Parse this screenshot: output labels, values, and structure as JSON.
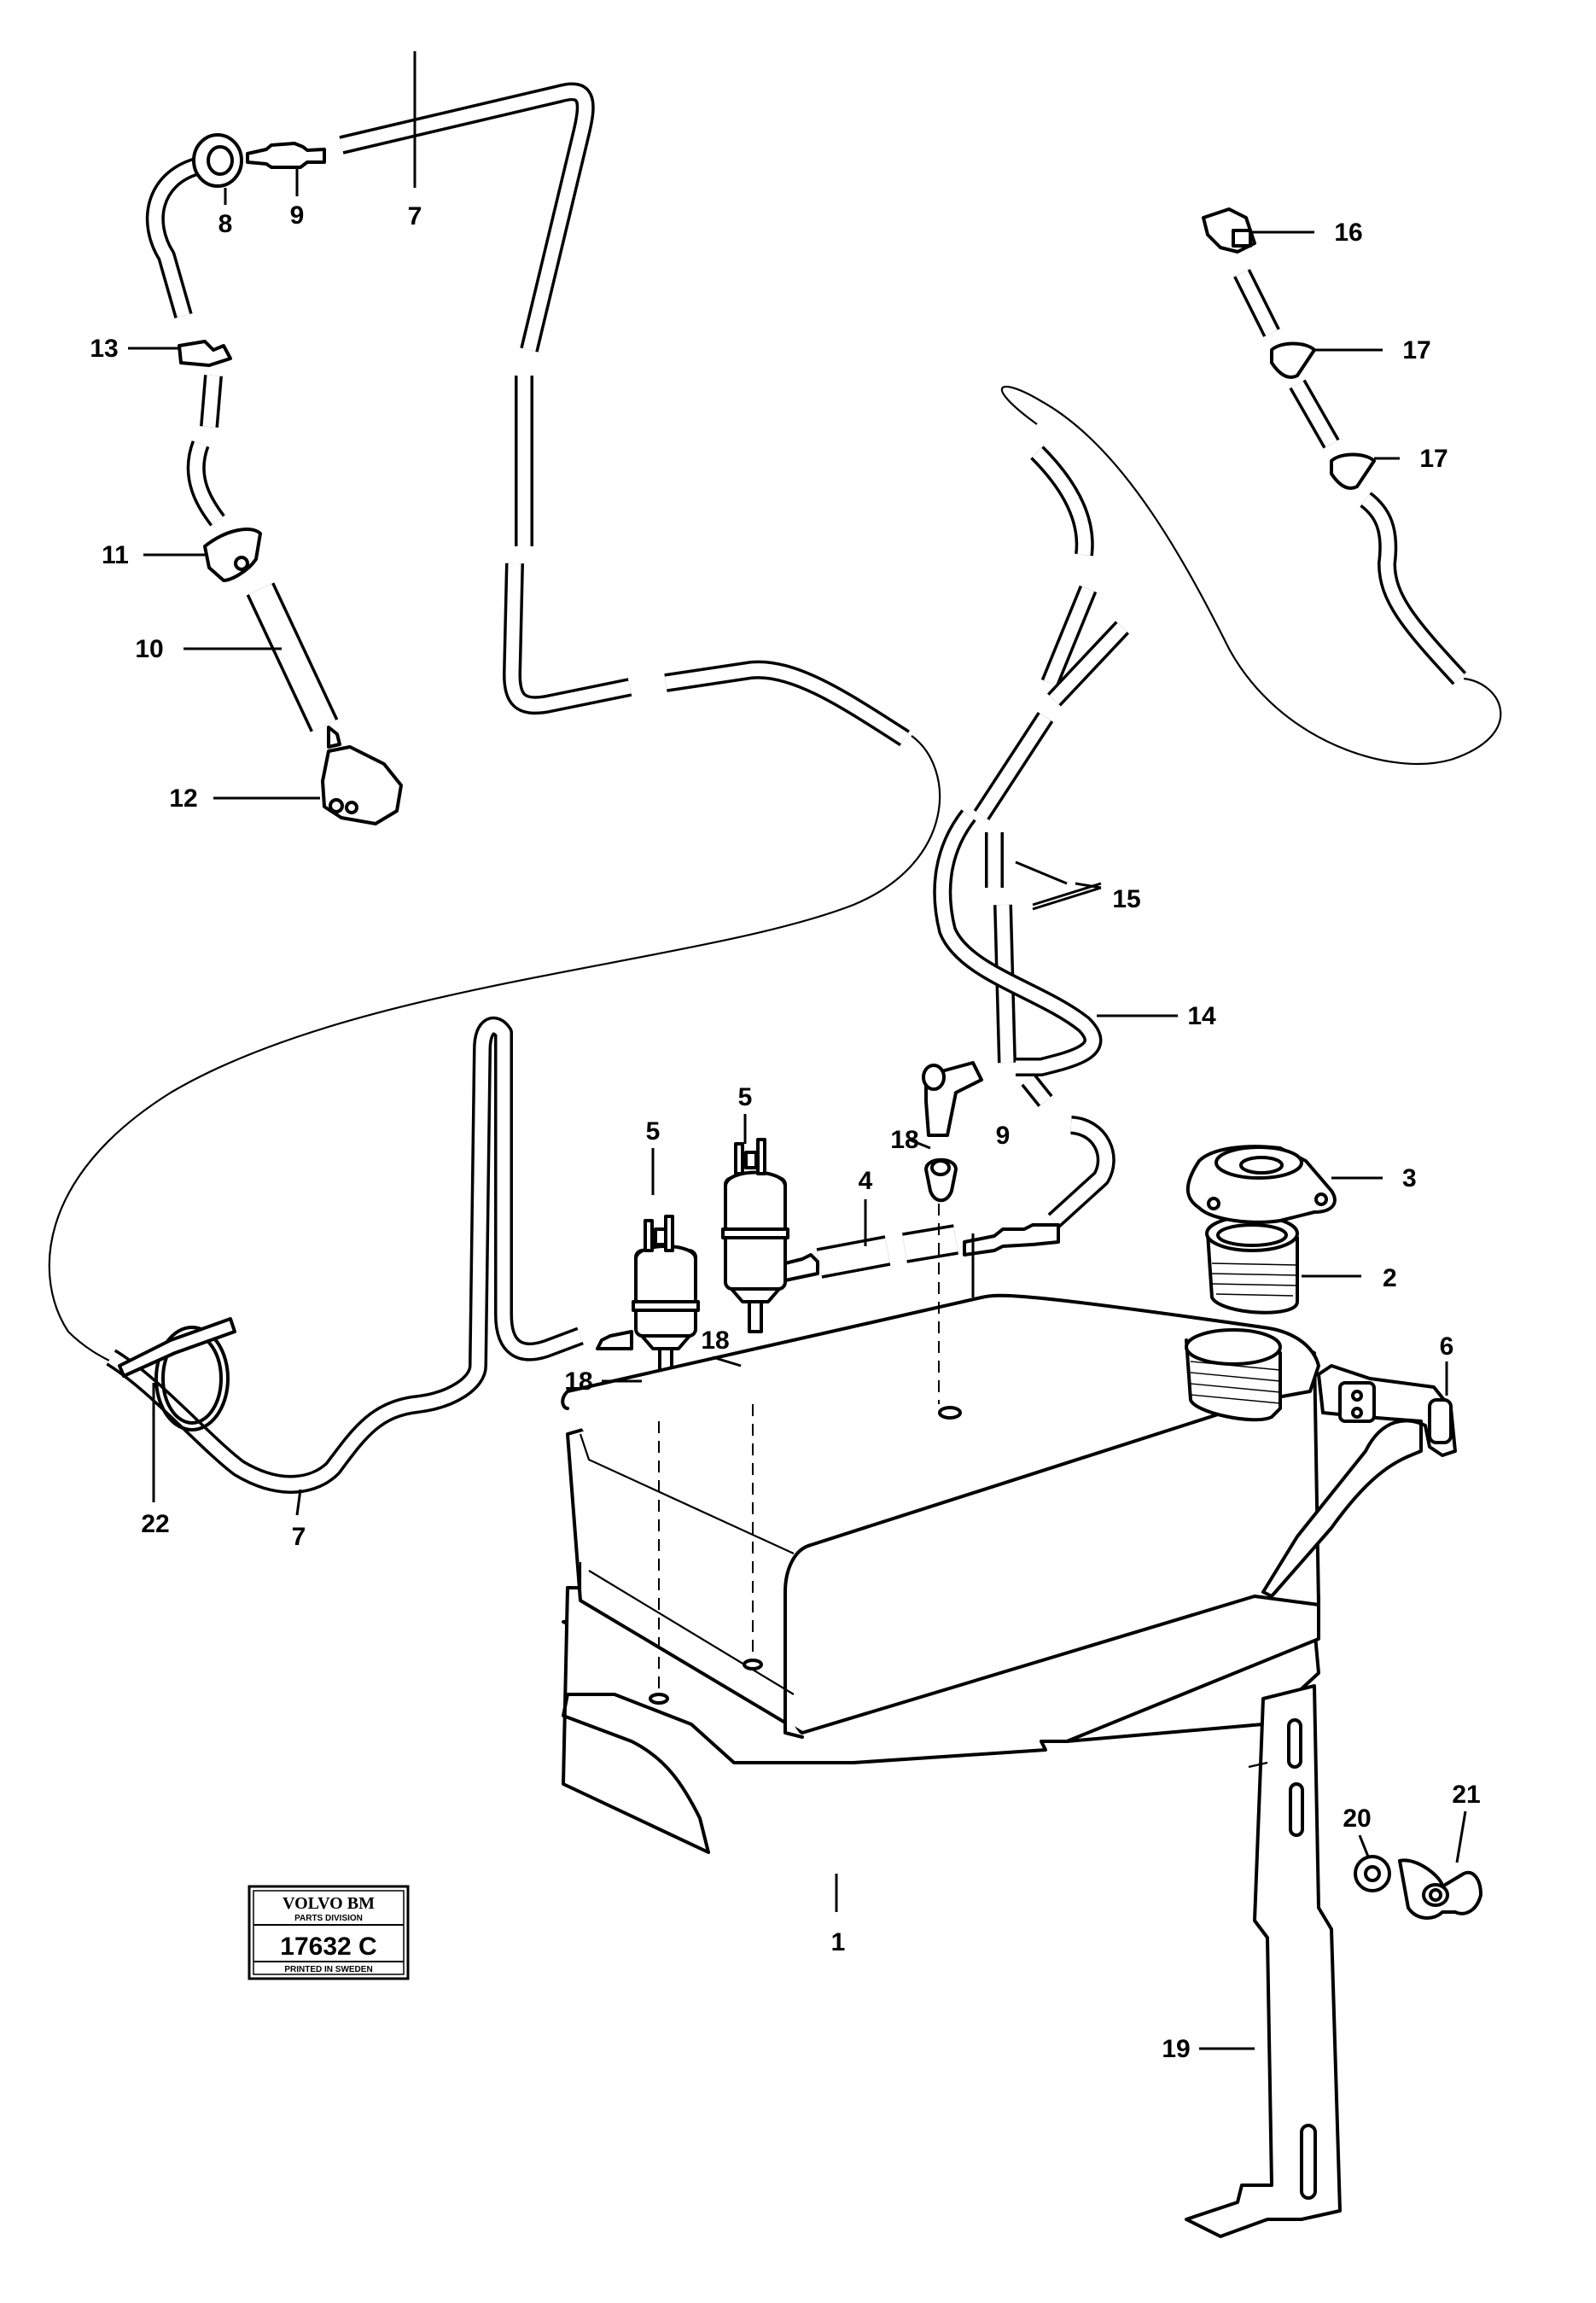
{
  "callouts": {
    "c1": "1",
    "c2": "2",
    "c3": "3",
    "c4": "4",
    "c5a": "5",
    "c5b": "5",
    "c6": "6",
    "c7a": "7",
    "c7b": "7",
    "c8": "8",
    "c9a": "9",
    "c9b": "9",
    "c10": "10",
    "c11": "11",
    "c12": "12",
    "c13": "13",
    "c14": "14",
    "c15": "15",
    "c16": "16",
    "c17a": "17",
    "c17b": "17",
    "c18a": "18",
    "c18b": "18",
    "c18c": "18",
    "c19": "19",
    "c20": "20",
    "c21": "21",
    "c22": "22"
  },
  "stamp": {
    "brand": "VOLVO BM",
    "division": "PARTS DIVISION",
    "number": "17632 C",
    "printed": "PRINTED IN SWEDEN"
  }
}
